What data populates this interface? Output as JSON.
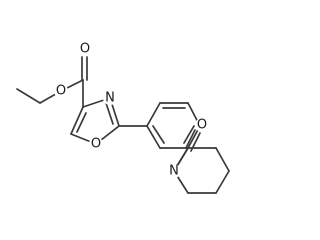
{
  "molecule": {
    "atom_labels": {
      "ester_carbonyl_o": "O",
      "ester_ether_o": "O",
      "oxazole_n": "N",
      "oxazole_o": "O",
      "piperidine_n": "N",
      "lactam_o": "O"
    }
  },
  "colors": {
    "bond": "#3a3a3a",
    "label": "#1a1a1a",
    "background": "#ffffff"
  }
}
